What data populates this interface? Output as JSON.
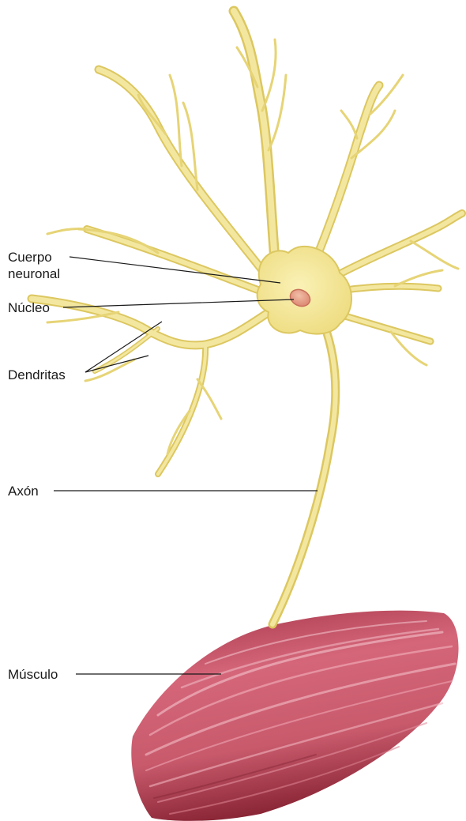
{
  "labels": {
    "cell_body_line1": "Cuerpo",
    "cell_body_line2": "neuronal",
    "nucleus": "Núcleo",
    "dendrites": "Dendritas",
    "axon": "Axón",
    "muscle": "Músculo"
  },
  "colors": {
    "neuron_fill": "#f2e79a",
    "neuron_edge": "#ddc963",
    "nucleus": "#e9a38a",
    "muscle_dark": "#8e2c3c",
    "muscle_mid": "#c5566a",
    "muscle_light": "#eaa0ac",
    "leader_line": "#1a1a1a"
  }
}
